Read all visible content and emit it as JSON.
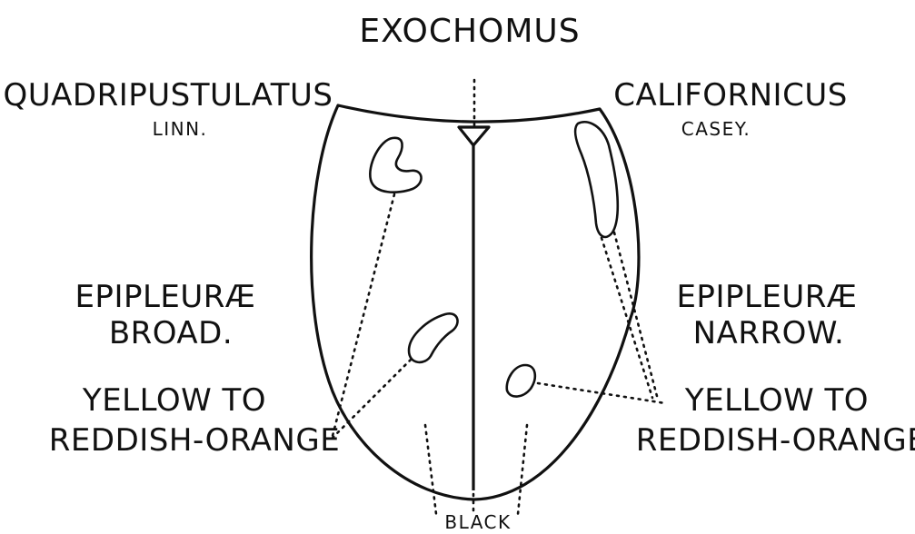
{
  "title": "EXOCHOMUS",
  "left_species": {
    "name": "QUADRIPUSTULATUS",
    "author": "LINN.",
    "epipleurae_line1": "EPIPLEURÆ",
    "epipleurae_line2": "BROAD.",
    "spots_line1": "YELLOW TO",
    "spots_line2": "REDDISH-ORANGE"
  },
  "right_species": {
    "name": "CALIFORNICUS",
    "author": "CASEY.",
    "epipleurae_line1": "EPIPLEURÆ",
    "epipleurae_line2": "NARROW.",
    "spots_line1": "YELLOW TO",
    "spots_line2": "REDDISH-ORANGE"
  },
  "bottom_label": "BLACK",
  "colors": {
    "ink": "#111111",
    "background": "#ffffff"
  }
}
